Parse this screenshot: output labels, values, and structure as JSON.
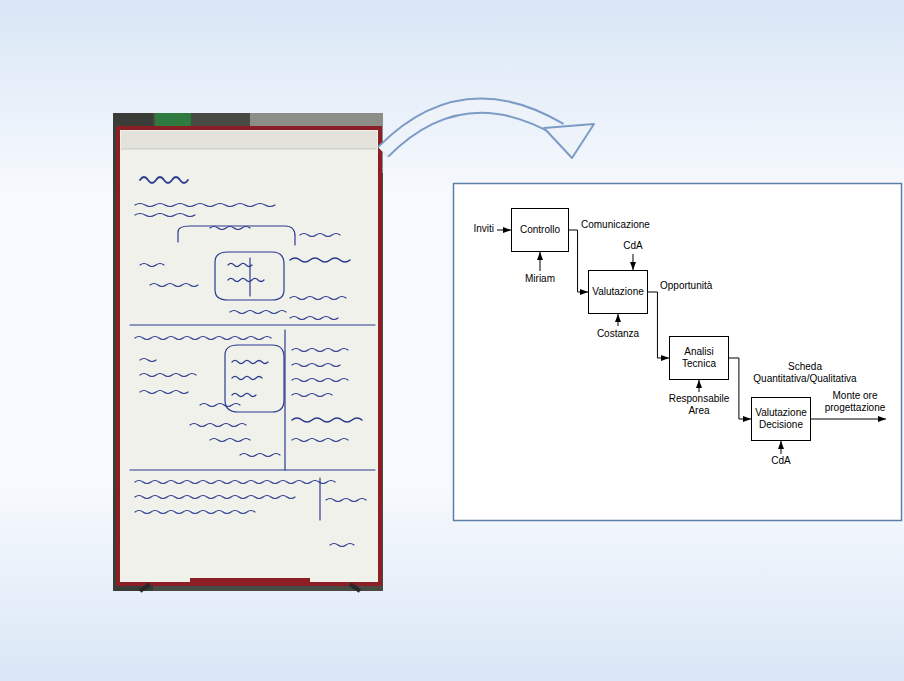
{
  "diagram": {
    "nodes": [
      {
        "text": [
          "Controllo"
        ]
      },
      {
        "text": [
          "Valutazione"
        ]
      },
      {
        "text": [
          "Analisi Tecnica"
        ]
      },
      {
        "text": [
          "Valutazione Decisione"
        ]
      }
    ],
    "edges": [
      {
        "from": 0,
        "to": 1,
        "label": "Comunicazione",
        "arrow": "to"
      },
      {
        "from": 1,
        "to": 2,
        "label": "Opportunità",
        "arrow": "to"
      },
      {
        "from": 2,
        "to": 3,
        "label": "Scheda Quantitativa/Qualitativa",
        "arrow": "to"
      }
    ],
    "labels": [
      "Inviti",
      "Miriam",
      "CdA",
      "Costanza",
      "Responsabile Area",
      "Monte ore progettazione",
      "CdA"
    ]
  }
}
